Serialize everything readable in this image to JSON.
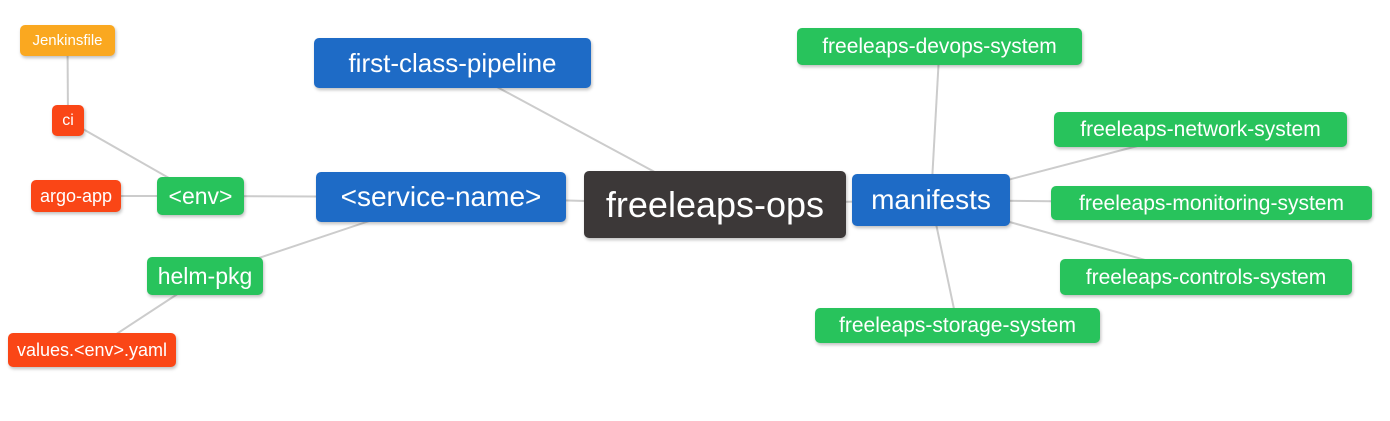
{
  "palette": {
    "root": "#3C3838",
    "branch_blue": "#1E6BC6",
    "leaf_green": "#28C35C",
    "leaf_red": "#FA4616",
    "leaf_amber": "#FAA820",
    "edge_line": "#CCCCCC",
    "node_text": "#FFFFFF",
    "background": "#FFFFFF"
  },
  "nodes": [
    {
      "id": "freeleaps-ops",
      "label": "freeleaps-ops",
      "color": "root"
    },
    {
      "id": "service-name",
      "label": "<service-name>",
      "color": "branch_blue"
    },
    {
      "id": "first-class-pipeline",
      "label": "first-class-pipeline",
      "color": "branch_blue"
    },
    {
      "id": "manifests",
      "label": "manifests",
      "color": "branch_blue"
    },
    {
      "id": "env",
      "label": "<env>",
      "color": "leaf_green"
    },
    {
      "id": "helm-pkg",
      "label": "helm-pkg",
      "color": "leaf_green"
    },
    {
      "id": "ci",
      "label": "ci",
      "color": "leaf_red"
    },
    {
      "id": "argo-app",
      "label": "argo-app",
      "color": "leaf_red"
    },
    {
      "id": "jenkinsfile",
      "label": "Jenkinsfile",
      "color": "leaf_amber"
    },
    {
      "id": "values-env-yaml",
      "label": "values.<env>.yaml",
      "color": "leaf_red"
    },
    {
      "id": "devops-system",
      "label": "freeleaps-devops-system",
      "color": "leaf_green"
    },
    {
      "id": "network-system",
      "label": "freeleaps-network-system",
      "color": "leaf_green"
    },
    {
      "id": "monitoring-system",
      "label": "freeleaps-monitoring-system",
      "color": "leaf_green"
    },
    {
      "id": "controls-system",
      "label": "freeleaps-controls-system",
      "color": "leaf_green"
    },
    {
      "id": "storage-system",
      "label": "freeleaps-storage-system",
      "color": "leaf_green"
    }
  ],
  "edges": [
    {
      "from": "jenkinsfile",
      "to": "ci"
    },
    {
      "from": "ci",
      "to": "env"
    },
    {
      "from": "argo-app",
      "to": "env"
    },
    {
      "from": "env",
      "to": "service-name"
    },
    {
      "from": "helm-pkg",
      "to": "service-name"
    },
    {
      "from": "values-env-yaml",
      "to": "helm-pkg"
    },
    {
      "from": "service-name",
      "to": "freeleaps-ops"
    },
    {
      "from": "first-class-pipeline",
      "to": "freeleaps-ops"
    },
    {
      "from": "freeleaps-ops",
      "to": "manifests"
    },
    {
      "from": "manifests",
      "to": "devops-system"
    },
    {
      "from": "manifests",
      "to": "network-system"
    },
    {
      "from": "manifests",
      "to": "monitoring-system"
    },
    {
      "from": "manifests",
      "to": "controls-system"
    },
    {
      "from": "manifests",
      "to": "storage-system"
    }
  ]
}
